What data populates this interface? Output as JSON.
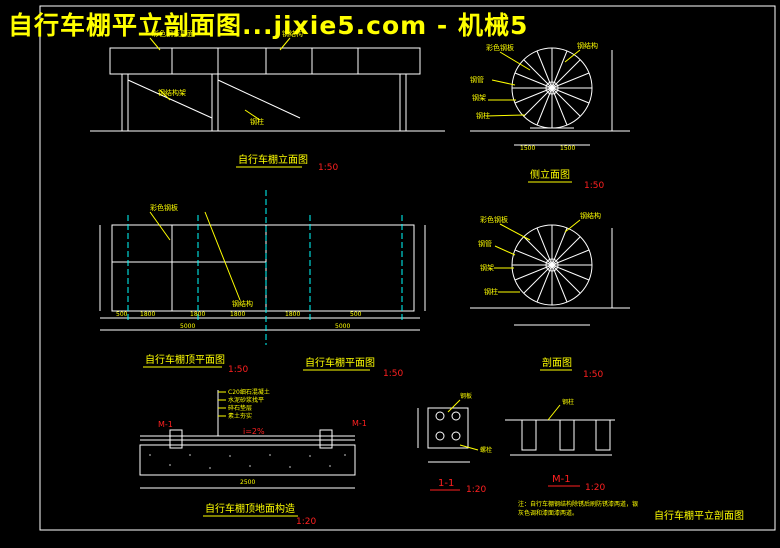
{
  "header_title": "自行车棚平立剖面图...jixie5.com - 机械5",
  "views": {
    "elevation": {
      "title": "自行车棚立面图",
      "scale": "1:50"
    },
    "side_elevation": {
      "title": "侧立面图",
      "scale": "1:50"
    },
    "roof_plan": {
      "title": "自行车棚顶平面图",
      "scale": "1:50"
    },
    "floor_plan": {
      "title": "自行车棚平面图",
      "scale": "1:50"
    },
    "section": {
      "title": "剖面图",
      "scale": "1:50"
    },
    "ground_detail": {
      "title": "自行车棚顶地面构造",
      "scale": "1:20"
    },
    "section_1_1": {
      "title": "1-1",
      "scale": "1:20"
    },
    "section_m_1": {
      "title": "M-1",
      "scale": "1:20"
    }
  },
  "marks": {
    "m1_left": "M-1",
    "m1_right": "M-1",
    "slope": "i=2%"
  },
  "dimensions": {
    "plan_bottom": [
      "500",
      "1800",
      "1800",
      "1800",
      "1800",
      "500"
    ],
    "plan_total": [
      "5000",
      "5000"
    ],
    "side_bottom": [
      "1500",
      "1500"
    ],
    "detail_bottom": [
      "2500"
    ]
  },
  "notes": "注：自行车棚钢结构除锈后刷防锈漆两道，银灰色调和漆面漆两道。",
  "drawing_name": "自行车棚平立剖面图",
  "colors": {
    "line": "#ffffff",
    "text": "#ffff00",
    "accent": "#00ffff",
    "scale": "#ff2020",
    "frame": "#ffffff"
  }
}
